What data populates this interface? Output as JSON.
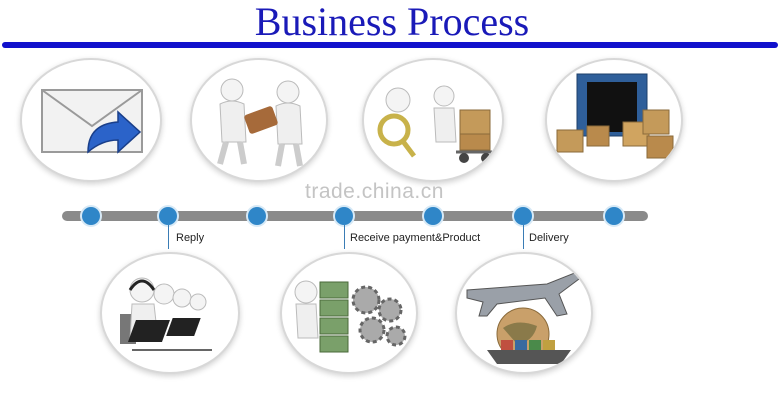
{
  "title": "Business Process",
  "watermark": "trade.china.cn",
  "steps": [
    {
      "label": "Reply"
    },
    {
      "label": "Receive payment&Product"
    },
    {
      "label": "Delivery"
    }
  ],
  "colors": {
    "title": "#1a1ab8",
    "accent": "#2f86c8",
    "timeline": "#8a8a8a"
  }
}
